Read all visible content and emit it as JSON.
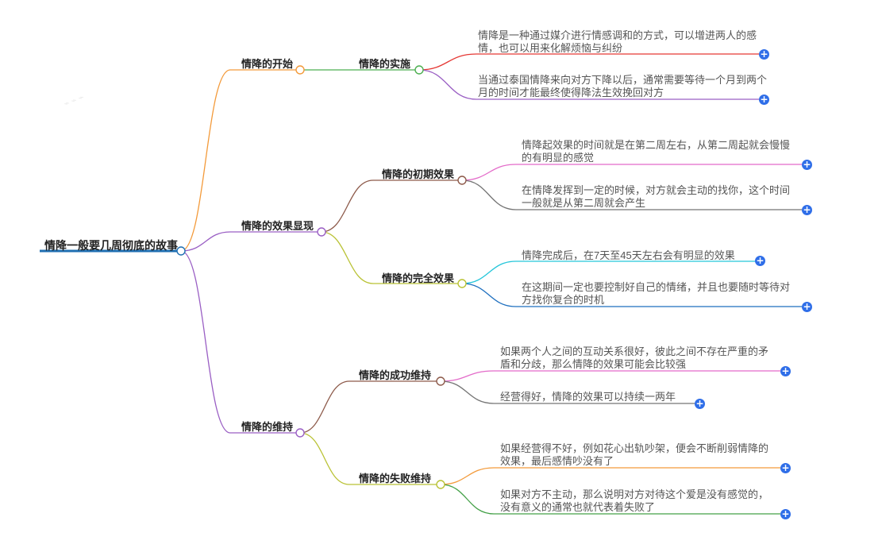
{
  "root": {
    "label": "情降一般要几周彻底的故事"
  },
  "colors": {
    "root_line": "#1f6fb2",
    "b1": "#f39a3a",
    "b2": "#9a5fc4",
    "b3": "#9a5fc4",
    "b1_child": "#4caf50",
    "b2_c1": "#8d5a4a",
    "b2_c2": "#b9c234",
    "b3_c1": "#8d5a4a",
    "b3_c2": "#b9c234",
    "leaf_red": "#e53935",
    "leaf_purple": "#9a5fc4",
    "leaf_pink": "#e36bc9",
    "leaf_gray": "#757575",
    "leaf_cyan": "#26c6da",
    "leaf_blue": "#1e6fbf",
    "leaf_orange": "#f39a3a",
    "leaf_green": "#43a047",
    "plus": "#2f6ee8"
  },
  "branches": [
    {
      "label": "情降的开始",
      "children": [
        {
          "label": "情降的实施",
          "leaves": [
            {
              "text": "情降是一种通过媒介进行情感调和的方式，可以增进两人的感情，也可以用来化解烦恼与纠纷"
            },
            {
              "text": "当通过泰国情降来向对方下降以后，通常需要等待一个月到两个月的时间才能最终使得降法生效挽回对方"
            }
          ]
        }
      ]
    },
    {
      "label": "情降的效果显现",
      "children": [
        {
          "label": "情降的初期效果",
          "leaves": [
            {
              "text": "情降起效果的时间就是在第二周左右，从第二周起就会慢慢的有明显的感觉"
            },
            {
              "text": "在情降发挥到一定的时候，对方就会主动的找你，这个时间一般就是从第二周就会产生"
            }
          ]
        },
        {
          "label": "情降的完全效果",
          "leaves": [
            {
              "text": "情降完成后，在7天至45天左右会有明显的效果"
            },
            {
              "text": "在这期间一定也要控制好自己的情绪，并且也要随时等待对方找你复合的时机"
            }
          ]
        }
      ]
    },
    {
      "label": "情降的维持",
      "children": [
        {
          "label": "情降的成功维持",
          "leaves": [
            {
              "text": "如果两个人之间的互动关系很好，彼此之间不存在严重的矛盾和分歧，那么情降的效果可能会比较强"
            },
            {
              "text": "经营得好，情降的效果可以持续一两年"
            }
          ]
        },
        {
          "label": "情降的失败维持",
          "leaves": [
            {
              "text": "如果经营得不好，例如花心出轨吵架，便会不断削弱情降的效果，最后感情吵没有了"
            },
            {
              "text": "如果对方不主动，那么说明对方对待这个爱是没有感觉的，没有意义的通常也就代表着失败了"
            }
          ]
        }
      ]
    }
  ],
  "plus_symbol": "+"
}
